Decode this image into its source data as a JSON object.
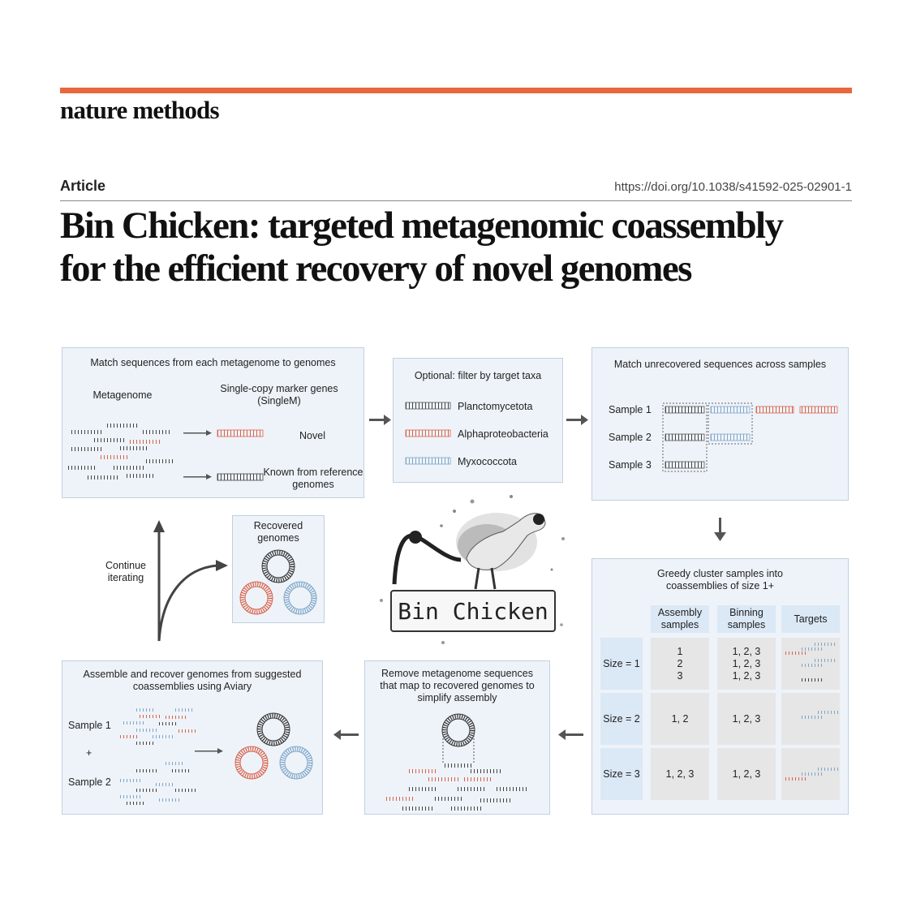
{
  "header": {
    "journal": "nature methods",
    "article_label": "Article",
    "doi": "https://doi.org/10.1038/s41592-025-02901-1",
    "title": "Bin Chicken: targeted metagenomic coassembly for the efficient recovery of novel genomes",
    "accent_color": "#e8673c"
  },
  "panel_match": {
    "title": "Match sequences from each metagenome to genomes",
    "col_metagenome": "Metagenome",
    "col_marker": "Single-copy marker genes (SingleM)",
    "label_novel": "Novel",
    "label_known": "Known from reference genomes"
  },
  "panel_filter": {
    "title": "Optional: filter by target taxa",
    "taxa": [
      "Planctomycetota",
      "Alphaproteobacteria",
      "Myxococcota"
    ],
    "taxa_colors": [
      "#555555",
      "#d9624a",
      "#7fa6c8"
    ]
  },
  "panel_unrecovered": {
    "title": "Match unrecovered sequences across samples",
    "samples": [
      "Sample 1",
      "Sample 2",
      "Sample 3"
    ]
  },
  "panel_recovered": {
    "title": "Recovered genomes"
  },
  "loop": {
    "label": "Continue iterating"
  },
  "logo": {
    "text": "Bin Chicken"
  },
  "panel_cluster": {
    "title": "Greedy cluster samples into coassemblies of size 1+",
    "headers": [
      "Assembly samples",
      "Binning samples",
      "Targets"
    ],
    "rows": [
      {
        "label": "Size = 1",
        "assembly": "1\n2\n3",
        "binning": "1, 2, 3\n1, 2, 3\n1, 2, 3"
      },
      {
        "label": "Size = 2",
        "assembly": "1, 2",
        "binning": "1, 2, 3"
      },
      {
        "label": "Size = 3",
        "assembly": "1, 2, 3",
        "binning": "1, 2, 3"
      }
    ]
  },
  "panel_remove": {
    "title": "Remove metagenome sequences that map to recovered genomes to simplify assembly"
  },
  "panel_assemble": {
    "title": "Assemble and recover genomes from suggested coassemblies using Aviary",
    "sample1": "Sample 1",
    "plus": "+",
    "sample2": "Sample 2"
  }
}
